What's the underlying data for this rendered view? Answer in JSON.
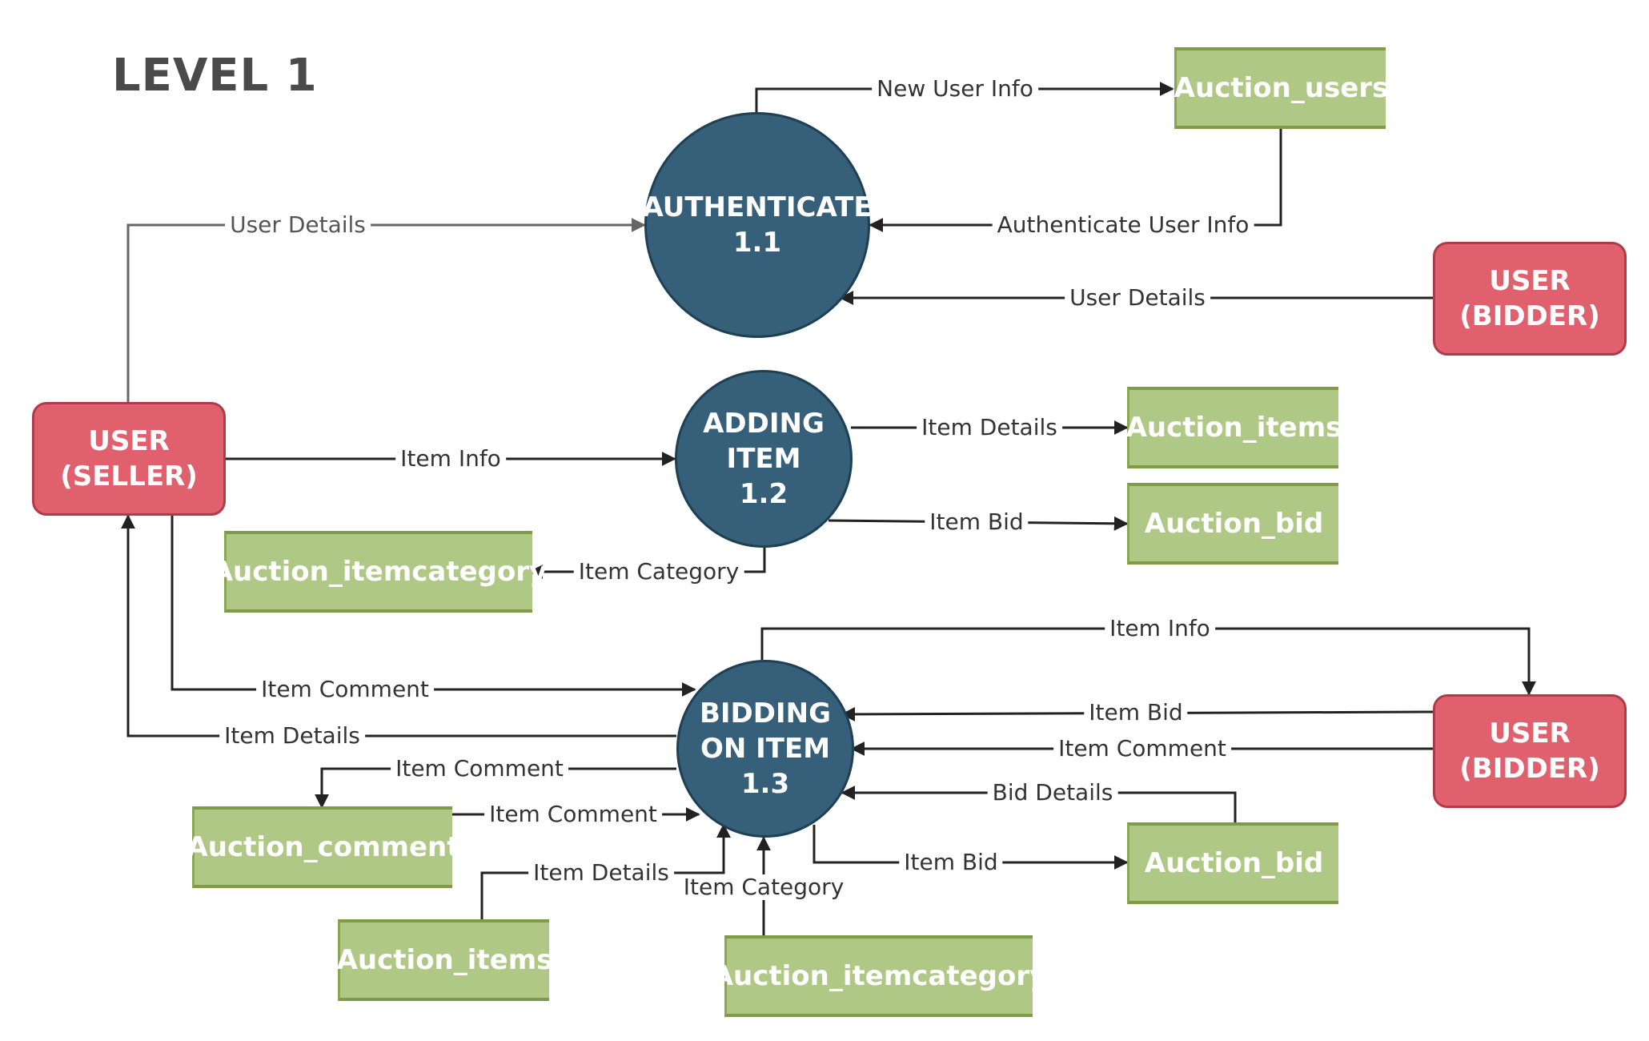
{
  "title": "LEVEL 1",
  "colors": {
    "process": "#365f79",
    "entity": "#e0606d",
    "store": "#b0c886",
    "line": "#222222",
    "line_grey": "#666666"
  },
  "processes": {
    "authenticate": {
      "line1": "AUTHENTICATE",
      "line2": "1.1"
    },
    "adding_item": {
      "line1": "ADDING",
      "line2": "ITEM",
      "line3": "1.2"
    },
    "bidding": {
      "line1": "BIDDING",
      "line2": "ON ITEM",
      "line3": "1.3"
    }
  },
  "entities": {
    "seller": {
      "line1": "USER",
      "line2": "(SELLER)"
    },
    "bidder_top": {
      "line1": "USER",
      "line2": "(BIDDER)"
    },
    "bidder_bottom": {
      "line1": "USER",
      "line2": "(BIDDER)"
    }
  },
  "stores": {
    "auction_users": "Auction_users",
    "auction_items_top": "Auction_items",
    "auction_bid_top": "Auction_bid",
    "auction_itemcategory_top": "Auction_itemcategory",
    "auction_comment": "Auction_comment",
    "auction_items_bottom": "Auction_items",
    "auction_itemcategory_bottom": "Auction_itemcategory",
    "auction_bid_bottom": "Auction_bid"
  },
  "flows": {
    "new_user_info": "New User Info",
    "user_details_seller": "User Details",
    "authenticate_user_info": "Authenticate User Info",
    "user_details_bidder": "User Details",
    "item_info_seller": "Item Info",
    "item_details_adding": "Item Details",
    "item_bid_adding": "Item Bid",
    "item_category_adding": "Item Category",
    "item_info_bidder": "Item Info",
    "item_comment_seller": "Item Comment",
    "item_bid_bidder": "Item Bid",
    "item_details_seller": "Item Details",
    "item_comment_bidder": "Item Comment",
    "item_comment_to_store": "Item Comment",
    "bid_details": "Bid Details",
    "item_comment_from_store": "Item Comment",
    "item_details_from_store": "Item Details",
    "item_category_bidding": "Item Category",
    "item_bid_to_store": "Item Bid"
  }
}
